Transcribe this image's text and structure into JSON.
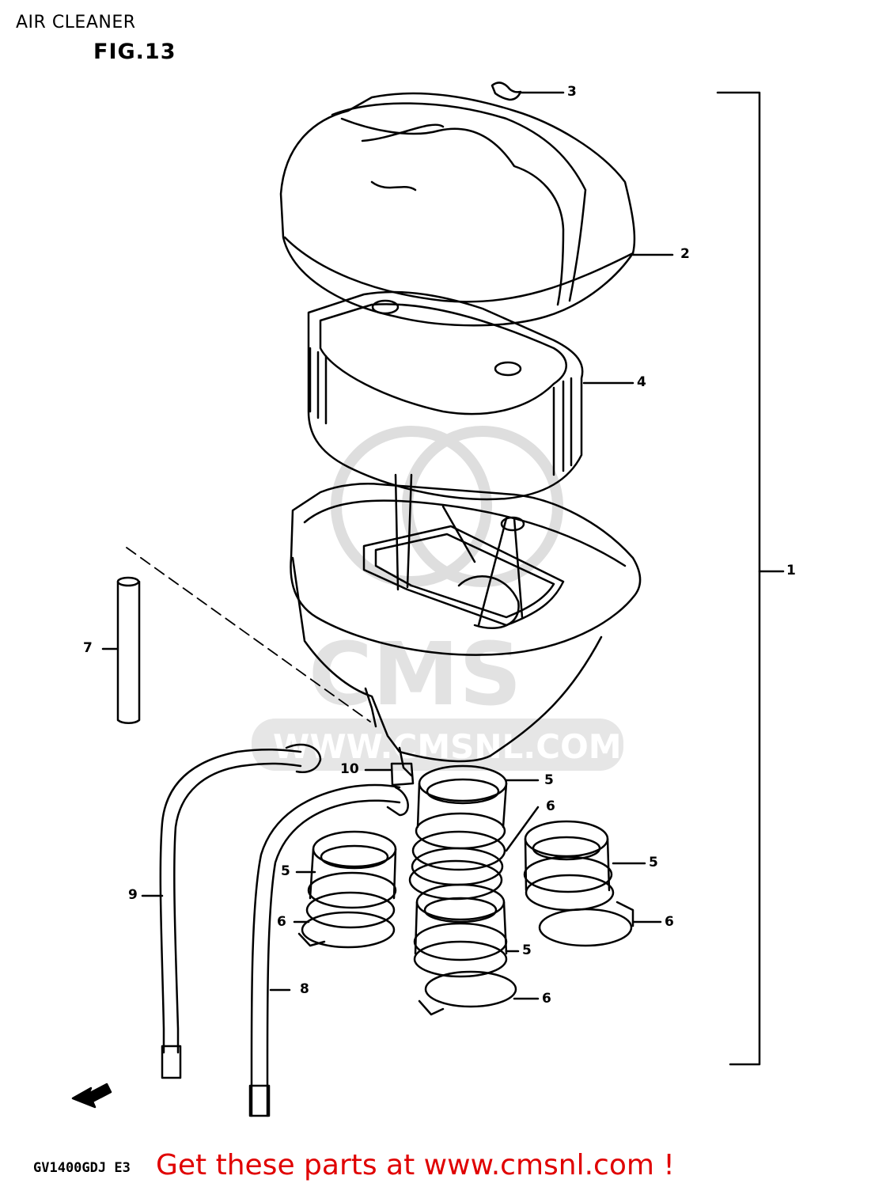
{
  "header": {
    "title": "AIR CLEANER",
    "figure": "FIG.13"
  },
  "callouts": {
    "c1": "1",
    "c2": "2",
    "c3": "3",
    "c4": "4",
    "c5a": "5",
    "c5b": "5",
    "c5c": "5",
    "c5d": "5",
    "c6a": "6",
    "c6b": "6",
    "c6c": "6",
    "c6d": "6",
    "c7": "7",
    "c8": "8",
    "c9": "9",
    "c10": "10"
  },
  "footer": {
    "model_code": "GV1400GDJ  E3",
    "promo": "Get these parts at www.cmsnl.com !"
  },
  "watermark": {
    "text": "WWW.CMSNL.COM",
    "monogram": "CMS"
  },
  "fwd_marker": "FWD",
  "colors": {
    "line": "#000000",
    "promo": "#e00000",
    "watermark": "#d9d9d9"
  }
}
